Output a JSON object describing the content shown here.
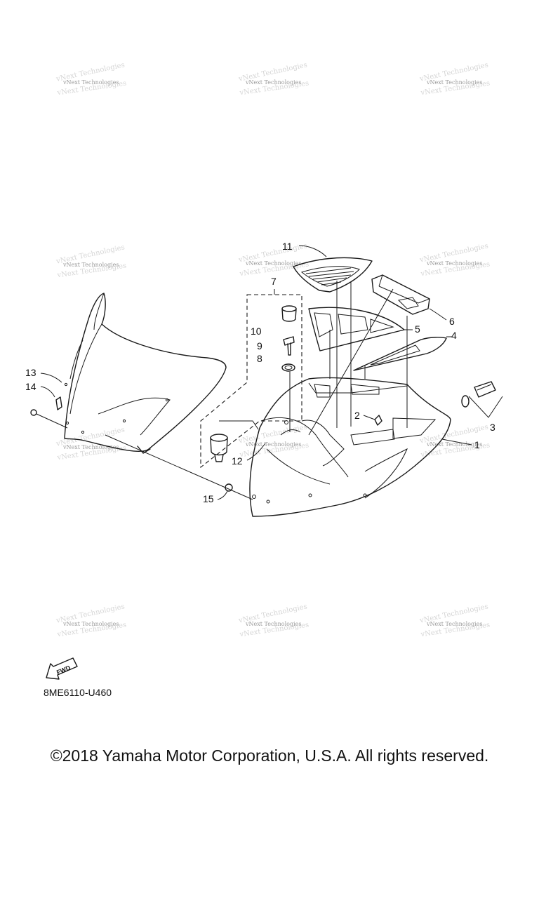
{
  "watermark": "vNext Technologies",
  "callouts": {
    "c1": "1",
    "c2": "2",
    "c3": "3",
    "c4": "4",
    "c5": "5",
    "c6": "6",
    "c7": "7",
    "c8": "8",
    "c9": "9",
    "c10": "10",
    "c11": "11",
    "c12": "12",
    "c13": "13",
    "c14": "14",
    "c15": "15"
  },
  "fwd_label": "FWD",
  "diagram_code": "8ME6110-U460",
  "copyright": "©2018 Yamaha Motor Corporation, U.S.A. All rights reserved."
}
